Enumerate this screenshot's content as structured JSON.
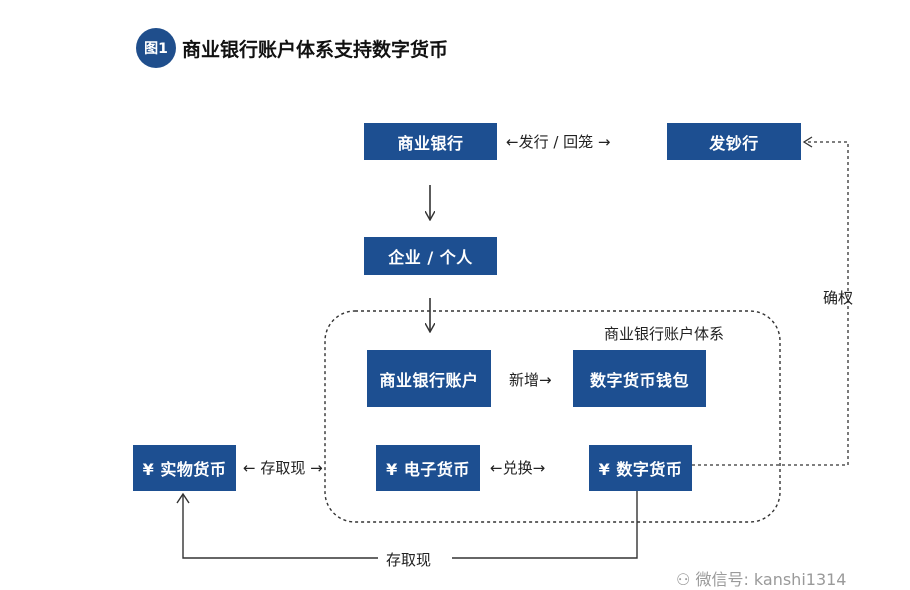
{
  "title": {
    "badge": "图1",
    "text": "商业银行账户体系支持数字货币"
  },
  "nodes": {
    "commercial_bank": "商业银行",
    "issuing_bank": "发钞行",
    "enterprise_individual": "企业 / 个人",
    "bank_account": "商业银行账户",
    "digital_wallet": "数字货币钱包",
    "physical_currency": "¥ 实物货币",
    "electronic_currency": "¥ 电子货币",
    "digital_currency": "¥ 数字货币"
  },
  "labels": {
    "issue_recall": "←发行 / 回笼 →",
    "confirm_rights": "确权",
    "system_title": "商业银行账户体系",
    "new_add": "新增→",
    "deposit_withdraw_1": "← 存取现 →",
    "exchange": "←兑换→",
    "deposit_withdraw_2": "存取现"
  },
  "watermark": "微信号: kanshi1314"
}
